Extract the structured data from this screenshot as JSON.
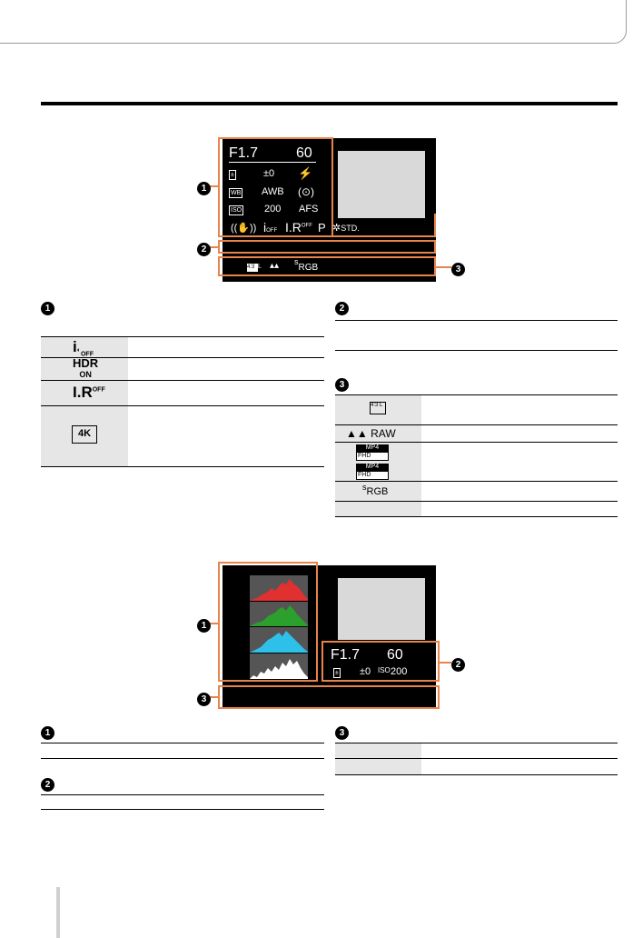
{
  "page": {
    "sections": [
      "1",
      "2",
      "3"
    ]
  },
  "screen1": {
    "aperture": "F1.7",
    "shutter": "60",
    "exposure": "±0",
    "wb_icon": "WB",
    "wb": "AWB",
    "iso_icon": "ISO",
    "iso": "200",
    "af": "AFS",
    "bottom_i": "i",
    "bottom_off": "OFF",
    "bottom_ir": "I.R",
    "mode": "P",
    "style": "STD.",
    "aspect": "4:3",
    "size": "L",
    "srgb_s": "s",
    "srgb": "RGB"
  },
  "table1": {
    "rows": [
      {
        "icon": "iD OFF",
        "text": ""
      },
      {
        "icon": "HDR ON",
        "text": ""
      },
      {
        "icon": "I.R OFF",
        "text": ""
      },
      {
        "icon": "4K",
        "text": ""
      }
    ]
  },
  "table3": {
    "raw": "RAW",
    "mp4": "MP4",
    "fhd": "FHD",
    "srgb_s": "s",
    "srgb": "RGB"
  },
  "screen2": {
    "aperture": "F1.7",
    "shutter": "60",
    "exposure": "±0",
    "iso_label": "ISO",
    "iso": "200"
  },
  "colors": {
    "orange": "#e8834a",
    "screen_bg": "#000000",
    "gray": "#d9d9d9",
    "hist_red": "#e03030",
    "hist_green": "#2ca02c",
    "hist_blue": "#2ec0e8",
    "hist_white": "#ffffff"
  }
}
